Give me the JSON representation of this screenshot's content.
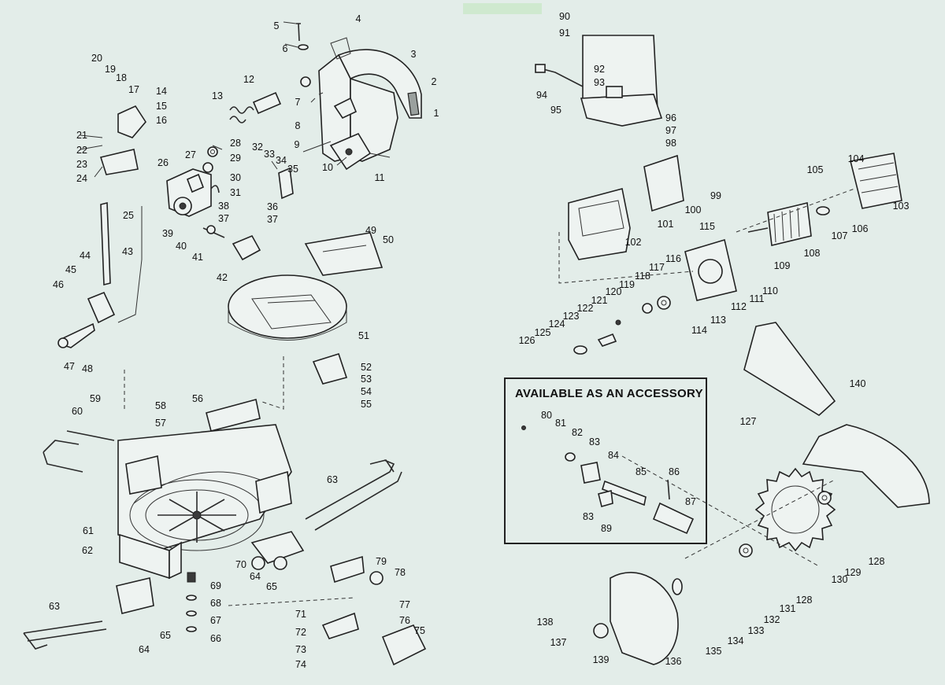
{
  "accessory_box": {
    "title": "AVAILABLE AS AN ACCESSORY"
  },
  "parts": {
    "p1": "1",
    "p2": "2",
    "p3": "3",
    "p4": "4",
    "p5": "5",
    "p6": "6",
    "p7": "7",
    "p8": "8",
    "p9": "9",
    "p10": "10",
    "p11": "11",
    "p12": "12",
    "p13": "13",
    "p14": "14",
    "p15": "15",
    "p16": "16",
    "p17": "17",
    "p18": "18",
    "p19": "19",
    "p20": "20",
    "p21": "21",
    "p22": "22",
    "p23": "23",
    "p24": "24",
    "p25": "25",
    "p26": "26",
    "p27": "27",
    "p28": "28",
    "p29": "29",
    "p30": "30",
    "p31": "31",
    "p32": "32",
    "p33": "33",
    "p34": "34",
    "p35": "35",
    "p36": "36",
    "p37": "37",
    "p37b": "37",
    "p38": "38",
    "p39": "39",
    "p40": "40",
    "p41": "41",
    "p42": "42",
    "p43": "43",
    "p44": "44",
    "p45": "45",
    "p46": "46",
    "p47": "47",
    "p48": "48",
    "p49": "49",
    "p50": "50",
    "p51": "51",
    "p52": "52",
    "p53": "53",
    "p54": "54",
    "p55": "55",
    "p56": "56",
    "p57": "57",
    "p58": "58",
    "p59": "59",
    "p60": "60",
    "p61": "61",
    "p62": "62",
    "p63a": "63",
    "p63b": "63",
    "p64a": "64",
    "p64b": "64",
    "p65a": "65",
    "p65b": "65",
    "p66": "66",
    "p67": "67",
    "p68": "68",
    "p69": "69",
    "p70": "70",
    "p71": "71",
    "p72": "72",
    "p73": "73",
    "p74": "74",
    "p75": "75",
    "p76": "76",
    "p77": "77",
    "p78": "78",
    "p79": "79",
    "p80": "80",
    "p81": "81",
    "p82": "82",
    "p83a": "83",
    "p83b": "83",
    "p84": "84",
    "p85": "85",
    "p86": "86",
    "p87": "87",
    "p89": "89",
    "p90": "90",
    "p91": "91",
    "p92": "92",
    "p93": "93",
    "p94": "94",
    "p95": "95",
    "p96": "96",
    "p97": "97",
    "p98": "98",
    "p99": "99",
    "p100": "100",
    "p101": "101",
    "p102": "102",
    "p103": "103",
    "p104": "104",
    "p105": "105",
    "p106": "106",
    "p107": "107",
    "p108": "108",
    "p109": "109",
    "p110": "110",
    "p111": "111",
    "p112": "112",
    "p113": "113",
    "p114": "114",
    "p115": "115",
    "p116": "116",
    "p117": "117",
    "p118": "118",
    "p119": "119",
    "p120": "120",
    "p121": "121",
    "p122": "122",
    "p123": "123",
    "p124": "124",
    "p125": "125",
    "p126": "126",
    "p127": "127",
    "p128a": "128",
    "p128b": "128",
    "p129": "129",
    "p130": "130",
    "p131": "131",
    "p132": "132",
    "p133": "133",
    "p134": "134",
    "p135": "135",
    "p136": "136",
    "p137": "137",
    "p138": "138",
    "p139": "139",
    "p140": "140"
  }
}
